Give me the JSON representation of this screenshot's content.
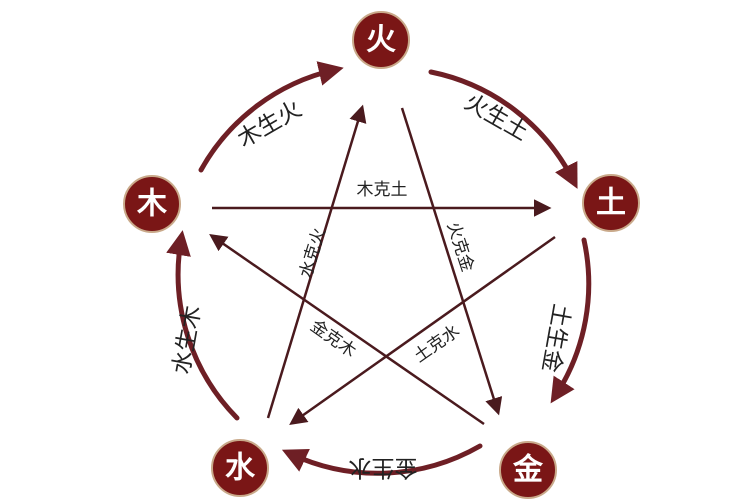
{
  "elements": {
    "fire": {
      "label": "火"
    },
    "earth": {
      "label": "土"
    },
    "metal": {
      "label": "金"
    },
    "water": {
      "label": "水"
    },
    "wood": {
      "label": "木"
    }
  },
  "generating": {
    "wood_fire": "木生火",
    "fire_earth": "火生土",
    "earth_metal": "土生金",
    "metal_water": "金生水",
    "water_wood": "水生木"
  },
  "overcoming": {
    "wood_earth": "木克土",
    "earth_water": "土克水",
    "water_fire": "水克火",
    "fire_metal": "火克金",
    "metal_wood": "金克木"
  },
  "colors": {
    "badge": "#7a1616",
    "badge_ring": "#c9a98a",
    "badge_text": "#ffffff",
    "cycle_arrow": "#6e1f25",
    "star_line": "#4a1a1e",
    "label_text": "#222222"
  }
}
